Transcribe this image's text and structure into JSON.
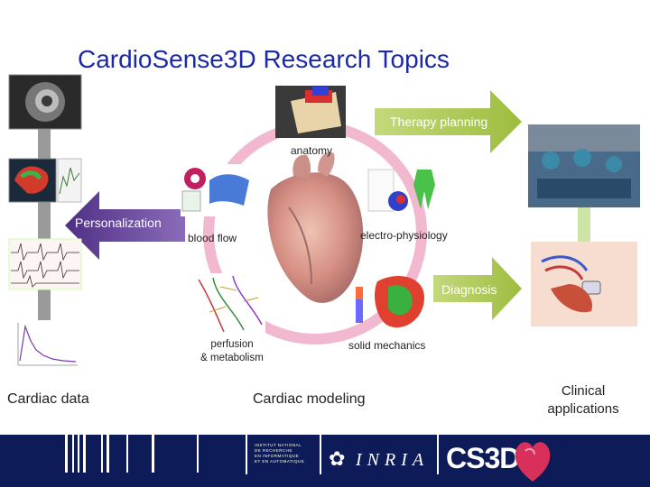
{
  "title": "CardioSense3D Research Topics",
  "arrows": {
    "therapy": "Therapy planning",
    "personalization": "Personalization",
    "diagnosis": "Diagnosis"
  },
  "topics": {
    "anatomy": "anatomy",
    "electrophysiology": "electro-physiology",
    "blood_flow": "blood flow",
    "perfusion_line1": "perfusion",
    "perfusion_line2": "& metabolism",
    "solid_mechanics": "solid mechanics"
  },
  "columns": {
    "cardiac_data": "Cardiac data",
    "cardiac_modeling": "Cardiac modeling",
    "clinical_line1": "Clinical",
    "clinical_line2": "applications"
  },
  "footer": {
    "institute_line1": "INSTITUT NATIONAL",
    "institute_line2": "DE RECHERCHE",
    "institute_line3": "EN INFORMATIQUE",
    "institute_line4": "ET EN AUTOMATIQUE",
    "inria": "INRIA",
    "cs3d": "CS3D"
  },
  "colors": {
    "title": "#1a2aa8",
    "ring": "#f2b8cf",
    "arrow_green": "#a9c94e",
    "arrow_purple": "#6a4a9c",
    "footer_bg": "#0d1c58"
  }
}
